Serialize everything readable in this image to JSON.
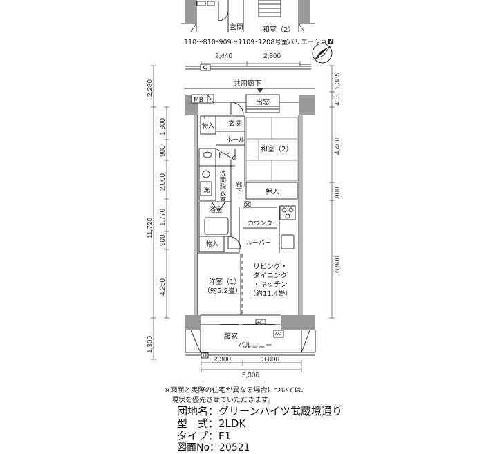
{
  "variation": {
    "entrance": "玄関",
    "washitsu": "和室（2）",
    "caption": "110〜810･909〜1109･1208号室バリエーション"
  },
  "compass": {
    "north": "N"
  },
  "dims_top": [
    "2,440",
    "2,860"
  ],
  "dims_left": [
    "2,280",
    "1,900",
    "900",
    "2,000",
    "11,720",
    "1,770",
    "900",
    "4,250",
    "1,300"
  ],
  "dims_right": [
    "1,385",
    "415",
    "4,400",
    "900",
    "6,900"
  ],
  "dims_bottom": [
    "2,300",
    "3,000",
    "5,300"
  ],
  "rooms": {
    "corridor": "共用廊下",
    "mb": "MB",
    "demado_top": "出窓",
    "storage1": "物入",
    "genkan": "玄関",
    "hall": "ホール",
    "toilet": "トイレ",
    "washitsu": "和室（2）",
    "senmen": "洗面脱衣室",
    "sen": "洗",
    "roka": "廊下",
    "oshiire": "押入",
    "yokushitsu": "浴室",
    "counter": "カウンター",
    "louver": "ルーバー",
    "storage2": "物入",
    "youshitsu": "洋室（1）",
    "youshitsu_size": "（約5.2畳）",
    "ldk_1": "リビング・",
    "ldk_2": "ダイニング",
    "ldk_3": "・キッチン",
    "ldk_size": "（約11.4畳）",
    "koshimado": "腰窓",
    "ac1": "AC",
    "ac2": "AC",
    "balcony": "バルコニー"
  },
  "note": {
    "line1": "※図面と実際の住宅が異なる場合については、",
    "line2": "現状を優先させていただきます。"
  },
  "info": {
    "name": "団地名：グリーンハイツ武蔵境通り",
    "type": "型　式：2LDK",
    "taipu": "タイプ：F1",
    "zumen": "図面No：20521"
  }
}
